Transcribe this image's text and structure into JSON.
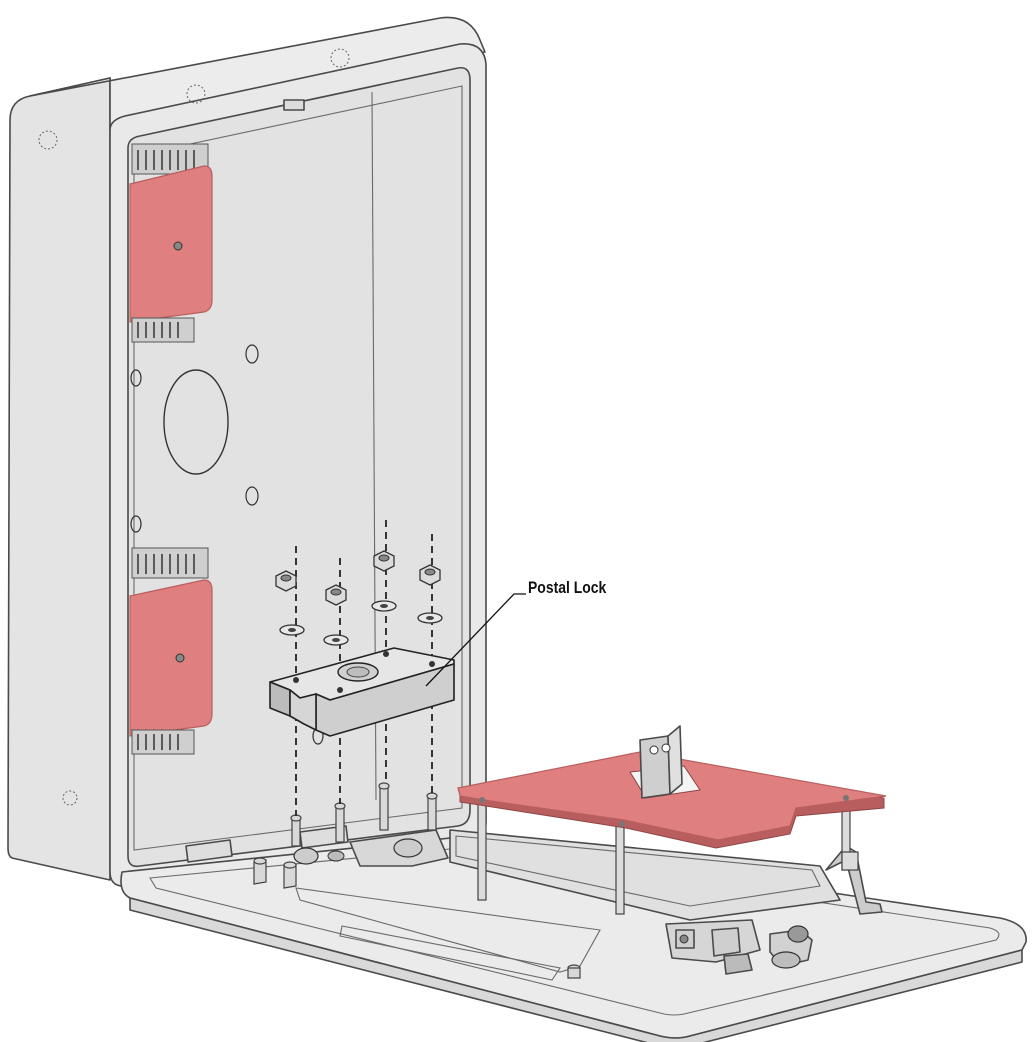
{
  "labels": {
    "postal_lock": "Postal Lock"
  },
  "colors": {
    "housing": "#e9e9e9",
    "housing_shade": "#d6d6d6",
    "board": "#e07f7f",
    "board_edge": "#b95e5e",
    "lock": "#d4d4d4",
    "outline": "#4a4a4a"
  },
  "parts": {
    "hex_nut_count": 4,
    "washer_count": 4
  }
}
